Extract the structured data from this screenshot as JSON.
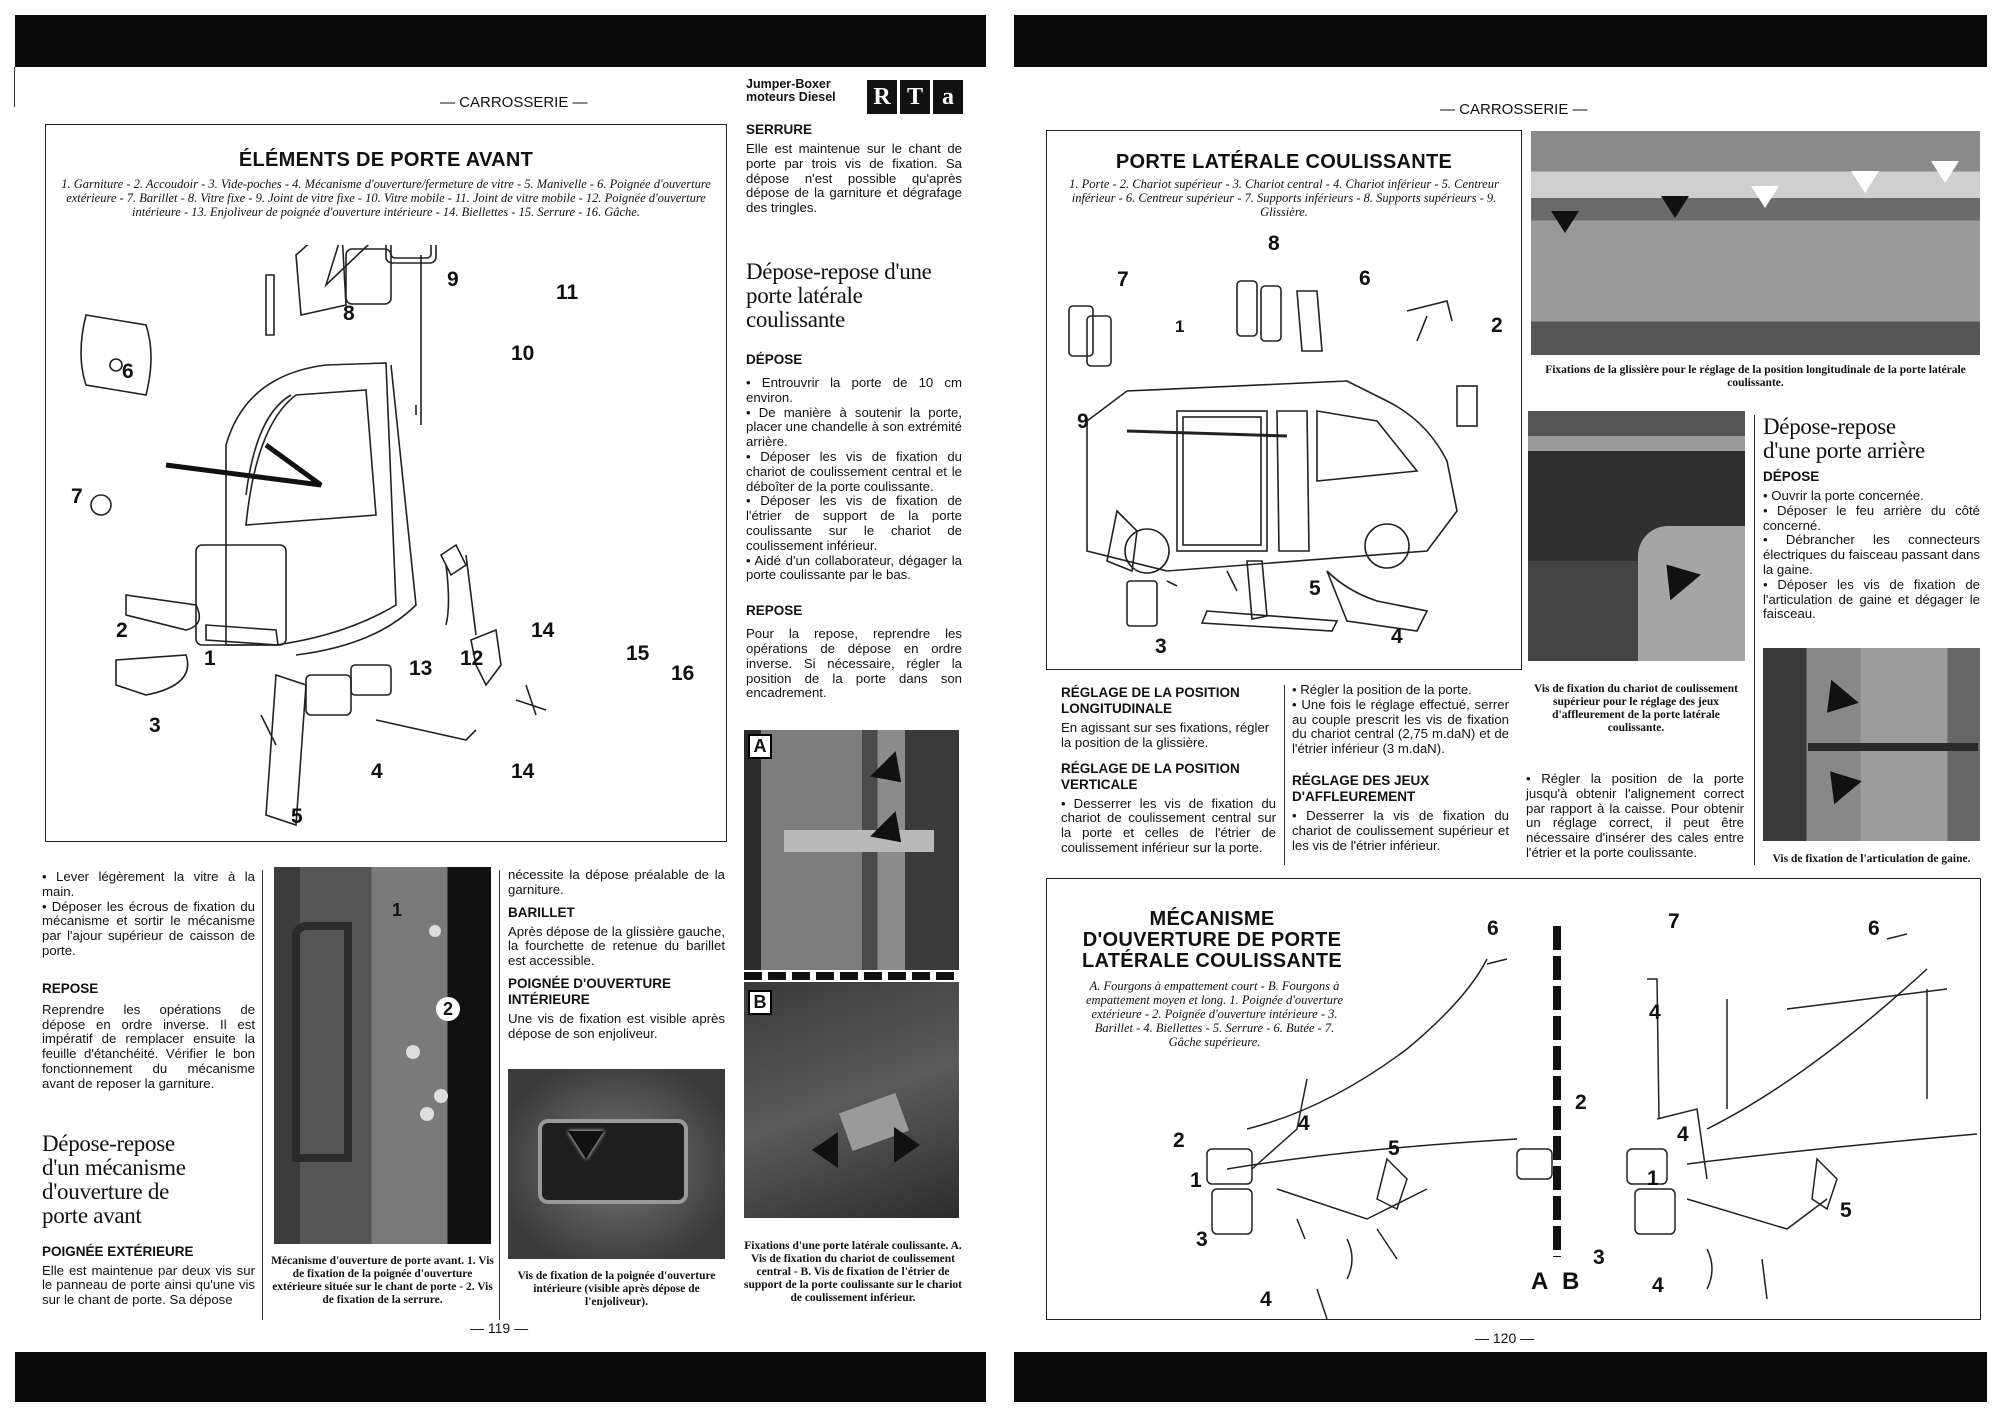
{
  "left_page": {
    "section": "— CARROSSERIE —",
    "header": {
      "model_line1": "Jumper-Boxer",
      "model_line2": "moteurs Diesel",
      "logo": [
        "R",
        "T",
        "a"
      ]
    },
    "fig1": {
      "title": "ÉLÉMENTS DE PORTE AVANT",
      "legend": "1. Garniture - 2. Accoudoir - 3. Vide-poches - 4. Mécanisme d'ouverture/fermeture de vitre - 5. Manivelle - 6. Poignée d'ouverture extérieure - 7. Barillet - 8. Vitre fixe - 9. Joint de vitre fixe - 10. Vitre mobile - 11. Joint de vitre mobile - 12. Poignée d'ouverture intérieure - 13. Enjoliveur de poignée d'ouverture intérieure - 14. Biellettes - 15. Serrure - 16. Gâche.",
      "callouts": [
        "9",
        "11",
        "8",
        "10",
        "6",
        "7",
        "2",
        "1",
        "3",
        "14",
        "15",
        "16",
        "13",
        "12",
        "4",
        "5",
        "14"
      ]
    },
    "serrure": {
      "heading": "SERRURE",
      "text": "Elle est maintenue sur le chant de porte par trois vis de fixation. Sa dépose n'est possible qu'après dépose de la garniture et dégrafage des tringles."
    },
    "sliding": {
      "title": "Dépose-repose d'une porte latérale coulissante",
      "depose_heading": "DÉPOSE",
      "depose_items": [
        "• Entrouvrir la porte de 10 cm environ.",
        "• De manière à soutenir la porte, placer une chandelle à son extrémité arrière.",
        "• Déposer les vis de fixation du chariot de coulissement central et le déboîter de la porte coulissante.",
        "• Déposer les vis de fixation de l'étrier de support de la porte coulissante sur le chariot de coulissement inférieur.",
        "• Aidé d'un collaborateur, dégager la porte coulissante par le bas."
      ],
      "repose_heading": "REPOSE",
      "repose_text": "Pour la repose, reprendre les opérations de dépose en ordre inverse. Si nécessaire, régler la position de la porte dans son encadrement."
    },
    "photo_ab": {
      "label_a": "A",
      "label_b": "B",
      "caption": "Fixations d'une porte latérale coulissante. A. Vis de fixation du chariot de coulissement central - B. Vis de fixation de l'étrier de support de la porte coulissante sur le chariot de coulissement inférieur."
    },
    "col1": {
      "items": [
        "• Lever légèrement la vitre à la main.",
        "• Déposer les écrous de fixation du mécanisme et sortir le mécanisme par l'ajour supérieur de caisson de porte."
      ],
      "repose_heading": "REPOSE",
      "repose_text": "Reprendre les opérations de dépose en ordre inverse. Il est impératif de remplacer ensuite la feuille d'étanchéité. Vérifier le bon fonctionnement du mécanisme avant de reposer la garniture.",
      "title": "Dépose-repose d'un mécanisme d'ouverture de porte avant",
      "poignee_heading": "POIGNÉE EXTÉRIEURE",
      "poignee_text": "Elle est maintenue par deux vis sur le panneau de porte ainsi qu'une vis sur le chant de porte. Sa dépose"
    },
    "photo_mech": {
      "callout1": "1",
      "callout2": "2",
      "caption": "Mécanisme d'ouverture de porte avant. 1. Vis de fixation de la poignée d'ouverture extérieure située sur le chant de porte - 2. Vis de fixation de la serrure."
    },
    "col3": {
      "text": "nécessite la dépose préalable de la garniture.",
      "barillet_heading": "BARILLET",
      "barillet_text": "Après dépose de la glissière gauche, la fourchette de retenue du barillet est accessible.",
      "poignee_heading": "POIGNÉE D'OUVERTURE INTÉRIEURE",
      "poignee_text": "Une vis de fixation est visible après dépose de son enjoliveur."
    },
    "photo_handle": {
      "caption": "Vis de fixation de la poignée d'ouverture intérieure (visible après dépose de l'enjoliveur)."
    },
    "page_number": "— 119 —"
  },
  "right_page": {
    "section": "— CARROSSERIE —",
    "fig2": {
      "title": "PORTE LATÉRALE COULISSANTE",
      "legend": "1. Porte - 2. Chariot supérieur - 3. Chariot central - 4. Chariot inférieur - 5. Centreur inférieur - 6. Centreur supérieur - 7. Supports inférieurs - 8. Supports supérieurs - 9. Glissière.",
      "callouts": [
        "8",
        "7",
        "6",
        "2",
        "1",
        "9",
        "5",
        "3",
        "4"
      ]
    },
    "photo_rail": {
      "caption": "Fixations de la glissière pour le réglage de la position longitudinale de la porte latérale coulissante."
    },
    "reglage": {
      "long_heading": "RÉGLAGE DE LA POSITION LONGITUDINALE",
      "long_text": "En agissant sur ses fixations, régler la position de la glissière.",
      "vert_heading": "RÉGLAGE DE LA POSITION VERTICALE",
      "vert_text": "• Desserrer les vis de fixation du chariot de coulissement central sur la porte et celles de l'étrier de coulissement inférieur sur la porte.",
      "col2_items": [
        "• Régler la position de la porte.",
        "• Une fois le réglage effectué, serrer au couple prescrit les vis de fixation du chariot central (2,75 m.daN) et de l'étrier inférieur (3 m.daN)."
      ],
      "jeux_heading": "RÉGLAGE DES JEUX D'AFFLEUREMENT",
      "jeux_text": "• Desserrer la vis de fixation du chariot de coulissement supérieur et les vis de l'étrier inférieur."
    },
    "photo_chariot": {
      "caption": "Vis de fixation du chariot de coulissement supérieur pour le réglage des jeux d'affleurement de la porte latérale coulissante."
    },
    "col3_text": "• Régler la position de la porte jusqu'à obtenir l'alignement correct par rapport à la caisse. Pour obtenir un réglage correct, il peut être nécessaire d'insérer des cales entre l'étrier et la porte coulissante.",
    "rear_door": {
      "title": "Dépose-repose d'une porte arrière",
      "depose_heading": "DÉPOSE",
      "items": [
        "• Ouvrir la porte concernée.",
        "• Déposer le feu arrière du côté concerné.",
        "• Débrancher les connecteurs électriques du faisceau passant dans la gaine.",
        "• Déposer les vis de fixation de l'articulation de gaine et dégager le faisceau."
      ]
    },
    "photo_gaine": {
      "caption": "Vis de fixation de l'articulation de gaine."
    },
    "fig3": {
      "title": "MÉCANISME D'OUVERTURE DE PORTE LATÉRALE COULISSANTE",
      "legend": "A. Fourgons à empattement court - B. Fourgons à empattement moyen et long. 1. Poignée d'ouverture extérieure - 2. Poignée d'ouverture intérieure - 3. Barillet - 4. Biellettes - 5. Serrure - 6. Butée - 7. Gâche supérieure.",
      "callouts": [
        "6",
        "7",
        "6",
        "4",
        "4",
        "2",
        "1",
        "5",
        "3",
        "4",
        "2",
        "4",
        "1",
        "5",
        "3",
        "4"
      ],
      "label_a": "A",
      "label_b": "B"
    },
    "page_number": "— 120 —"
  }
}
